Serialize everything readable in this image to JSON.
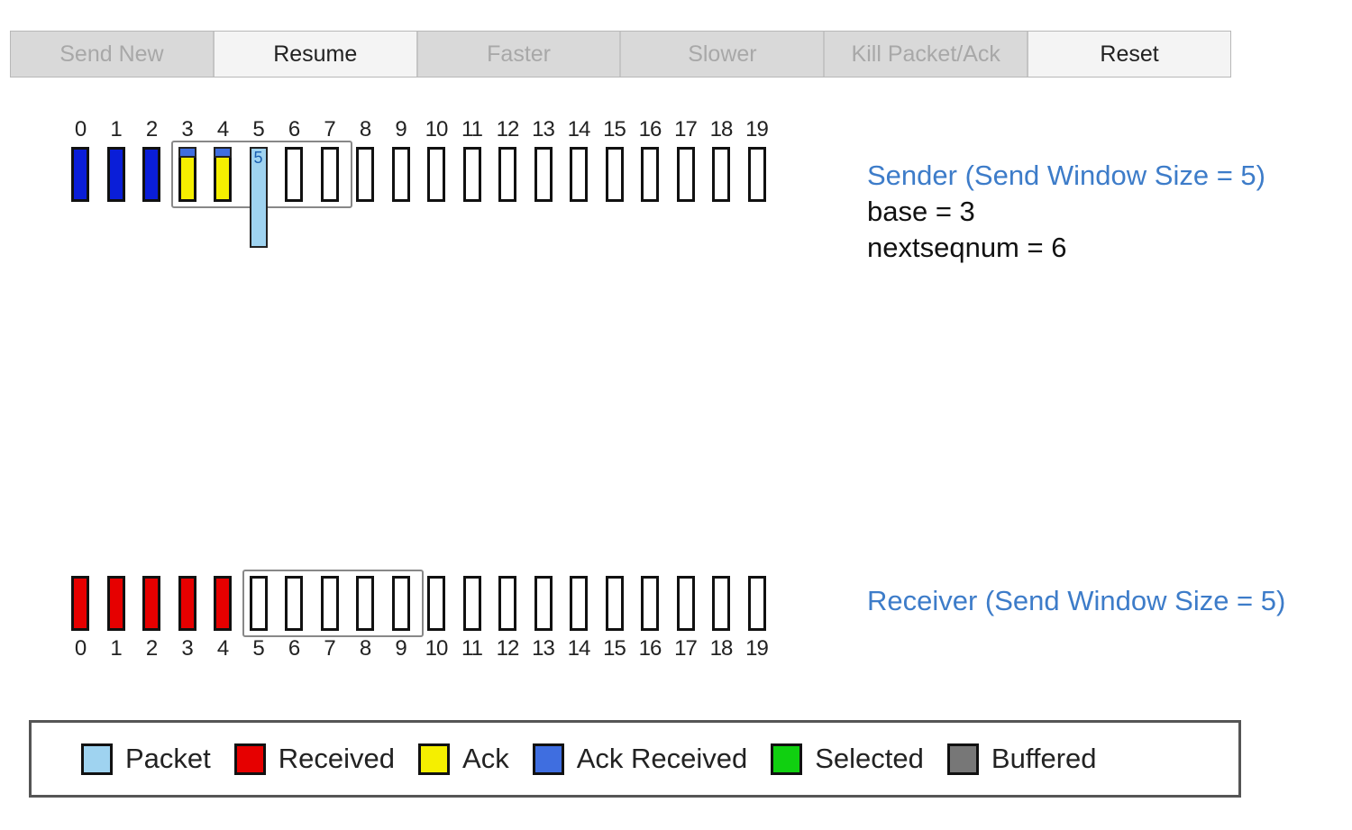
{
  "toolbar": {
    "buttons": [
      {
        "label": "Send New",
        "enabled": false
      },
      {
        "label": "Resume",
        "enabled": true
      },
      {
        "label": "Faster",
        "enabled": false
      },
      {
        "label": "Slower",
        "enabled": false
      },
      {
        "label": "Kill Packet/Ack",
        "enabled": false
      },
      {
        "label": "Reset",
        "enabled": true
      }
    ]
  },
  "colors": {
    "empty": "#ffffff",
    "ack_received": "#0a1ed8",
    "ack": "#f5ef00",
    "packet": "#9fd3f0",
    "received": "#e60000",
    "selected": "#10d010",
    "buffered": "#777777",
    "legend_ack_received": "#3f6ee0"
  },
  "sender": {
    "numbers": [
      "0",
      "1",
      "2",
      "3",
      "4",
      "5",
      "6",
      "7",
      "8",
      "9",
      "10",
      "11",
      "12",
      "13",
      "14",
      "15",
      "16",
      "17",
      "18",
      "19"
    ],
    "slot_states": [
      "ack_received",
      "ack_received",
      "ack_received",
      "ack",
      "ack",
      "packet",
      "empty",
      "empty",
      "empty",
      "empty",
      "empty",
      "empty",
      "empty",
      "empty",
      "empty",
      "empty",
      "empty",
      "empty",
      "empty",
      "empty"
    ],
    "window_start": 3,
    "window_size": 5,
    "inflight_label": "5",
    "title": "Sender (Send Window Size = 5)",
    "base_text": "base = 3",
    "nextseq_text": "nextseqnum = 6"
  },
  "receiver": {
    "numbers": [
      "0",
      "1",
      "2",
      "3",
      "4",
      "5",
      "6",
      "7",
      "8",
      "9",
      "10",
      "11",
      "12",
      "13",
      "14",
      "15",
      "16",
      "17",
      "18",
      "19"
    ],
    "slot_states": [
      "received",
      "received",
      "received",
      "received",
      "received",
      "empty",
      "empty",
      "empty",
      "empty",
      "empty",
      "empty",
      "empty",
      "empty",
      "empty",
      "empty",
      "empty",
      "empty",
      "empty",
      "empty",
      "empty"
    ],
    "window_start": 5,
    "window_size": 5,
    "title": "Receiver (Send Window Size = 5)"
  },
  "legend": [
    {
      "label": "Packet",
      "color_key": "packet"
    },
    {
      "label": "Received",
      "color_key": "received"
    },
    {
      "label": "Ack",
      "color_key": "ack"
    },
    {
      "label": "Ack Received",
      "color_key": "legend_ack_received"
    },
    {
      "label": "Selected",
      "color_key": "selected"
    },
    {
      "label": "Buffered",
      "color_key": "buffered"
    }
  ]
}
